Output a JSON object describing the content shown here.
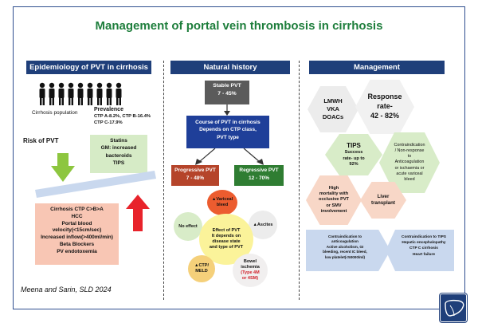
{
  "title": "Management of portal vein thrombosis in cirrhosis",
  "epidemiology": {
    "header": "Epidemiology of PVT in cirrhosis",
    "population_label": "Cirrhosis population",
    "prevalence_title": "Prevalence",
    "prevalence_lines": [
      "CTP A-8.2%, CTP B-16.4%",
      "CTP C-17.9%"
    ],
    "risk_label": "Risk of PVT",
    "protective": [
      "Statins",
      "GM: increased bacteroids",
      "TIPS"
    ],
    "risk_factors": [
      "Cirrhosis CTP C>B>A",
      "HCC",
      "Portal blood velocity(<15cm/sec)",
      "Increased inflow(>400ml/min)",
      "Beta Blockers",
      "PV endotoxemia"
    ]
  },
  "natural_history": {
    "header": "Natural history",
    "stable": {
      "label": "Stable PVT",
      "value": "7 - 45%"
    },
    "course": [
      "Course of PVT in cirrhosis",
      "Depends on CTP class,",
      "PVT type"
    ],
    "progressive": {
      "label": "Progressive PVT",
      "value": "7 - 48%"
    },
    "regressive": {
      "label": "Regressive PVT",
      "value": "12 - 70%"
    },
    "center": [
      "Effect of PVT",
      "It depends on",
      "disease state",
      "and type of PVT"
    ],
    "effects": {
      "variceal": [
        "▲Variceal",
        "bleed"
      ],
      "no_effect": "No effect",
      "ascites": "▲Ascites",
      "ctp": [
        "▲CTP/",
        "MELD"
      ],
      "bowel": [
        "Bowel",
        "ischemia"
      ],
      "bowel_note": [
        "(Type 4M",
        "or 4SM)"
      ]
    }
  },
  "management": {
    "header": "Management",
    "drugs": [
      "LMWH",
      "VKA",
      "DOACs"
    ],
    "response": [
      "Response",
      "rate-",
      "42 - 82%"
    ],
    "tips_title": "TIPS",
    "tips_body": [
      "Success",
      "rate- up to",
      "92%"
    ],
    "contra": [
      "Contraindication",
      "/ Non-response",
      "to",
      "Anticoagulation",
      "or ischaemia or",
      "acute variceal",
      "bleed"
    ],
    "high_mortality": [
      "High",
      "mortality with",
      "occlusive PVT",
      "or SMV",
      "involvement"
    ],
    "transplant": [
      "Liver",
      "transplant"
    ],
    "anticoag_contra": [
      "Contraindication to",
      "anticoagulation",
      "Active alcoholism, GI",
      "bleeding, recent IC bleed,",
      "low platelet(<50000/ml)"
    ],
    "tips_contra": [
      "Contraindication to TIPS",
      "Hepatic encephalopathy",
      "CTP C cirrhosis",
      "Heart failure"
    ]
  },
  "citation": "Meena and Sarin, SLD 2024",
  "colors": {
    "title_green": "#1e7e3c",
    "header_navy": "#1f3f7a",
    "stable_gray": "#5b5b5b",
    "course_blue": "#1f3f99",
    "progressive_red": "#b5442a",
    "regressive_green": "#2f7d32",
    "green_arrow": "#8dc63f",
    "red_arrow": "#e8232b",
    "risk_pink": "#f8c6b4",
    "protect_green": "#d6ebc6",
    "chevron_blue": "#c9d8ee"
  }
}
